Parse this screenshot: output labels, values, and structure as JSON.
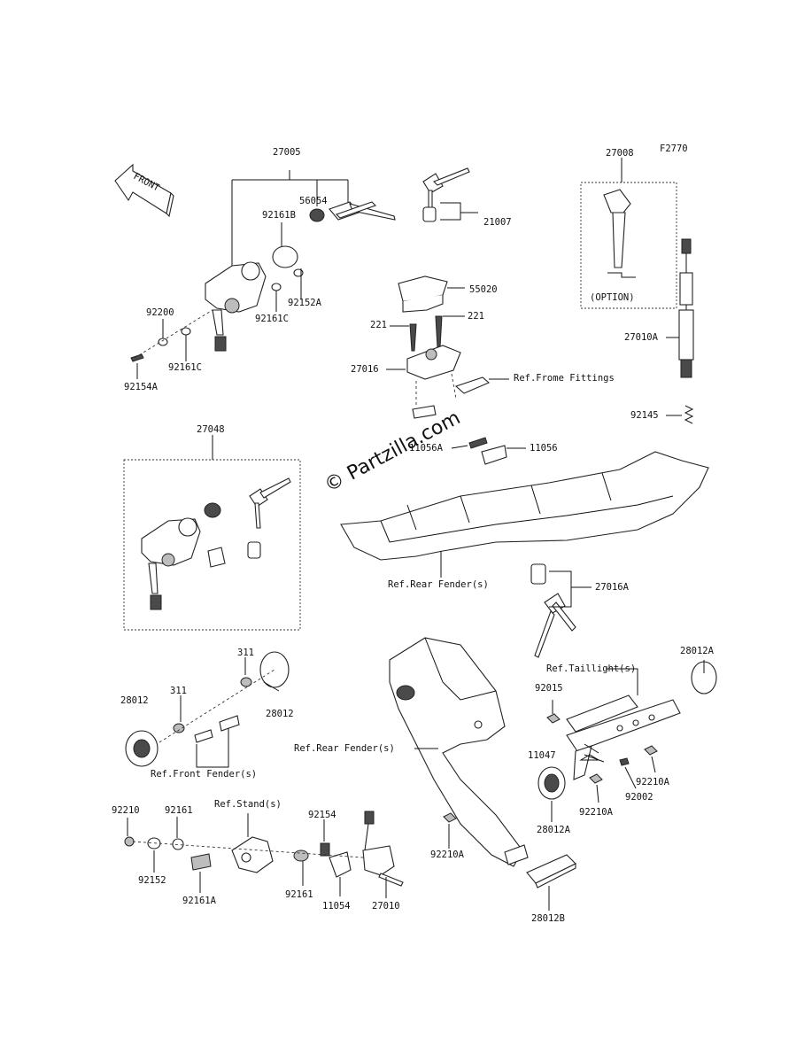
{
  "diagram_code": "F2770",
  "watermark": "© Partzilla.com",
  "front_label": "FRONT",
  "option_label": "(OPTION)",
  "labels": {
    "p27005": "27005",
    "p56054": "56054",
    "p92161B": "92161B",
    "p92152A": "92152A",
    "p92161C_a": "92161C",
    "p92200": "92200",
    "p92161C_b": "92161C",
    "p92154A": "92154A",
    "p21007": "21007",
    "p27008": "27008",
    "p55020": "55020",
    "p221_a": "221",
    "p221_b": "221",
    "p27016": "27016",
    "ref_frame": "Ref.Frome Fittings",
    "p27010A": "27010A",
    "p92145": "92145",
    "p11056A": "11056A",
    "p11056": "11056",
    "p27048": "27048",
    "ref_rear_fender_1": "Ref.Rear Fender(s)",
    "p27016A": "27016A",
    "p311_a": "311",
    "p311_b": "311",
    "p28012_a": "28012",
    "p28012_b": "28012",
    "ref_front_fender": "Ref.Front Fender(s)",
    "ref_taillight": "Ref.Taillight(s)",
    "p28012A_a": "28012A",
    "p92015": "92015",
    "p11047": "11047",
    "p92002": "92002",
    "p92210A_a": "92210A",
    "p92210A_b": "92210A",
    "p28012A_b": "28012A",
    "ref_rear_fender_2": "Ref.Rear Fender(s)",
    "p92210A_c": "92210A",
    "p28012B": "28012B",
    "p92210": "92210",
    "p92161_a": "92161",
    "ref_stand": "Ref.Stand(s)",
    "p92154": "92154",
    "p92152": "92152",
    "p92161A": "92161A",
    "p92161_b": "92161",
    "p11054": "11054",
    "p27010": "27010"
  }
}
